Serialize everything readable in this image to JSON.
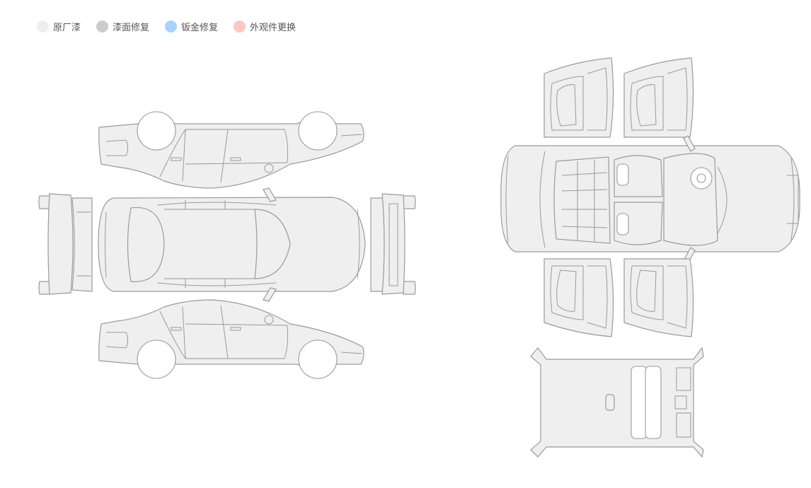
{
  "legend": {
    "items": [
      {
        "label": "原厂漆",
        "color": "#eeeeee"
      },
      {
        "label": "漆面修复",
        "color": "#cccccc"
      },
      {
        "label": "钣金修复",
        "color": "#a7d2fb"
      },
      {
        "label": "外观件更换",
        "color": "#fdc6c0"
      }
    ]
  },
  "colors": {
    "part_fill": "#efefef",
    "part_stroke": "#9a9a9a",
    "background": "#ffffff"
  }
}
